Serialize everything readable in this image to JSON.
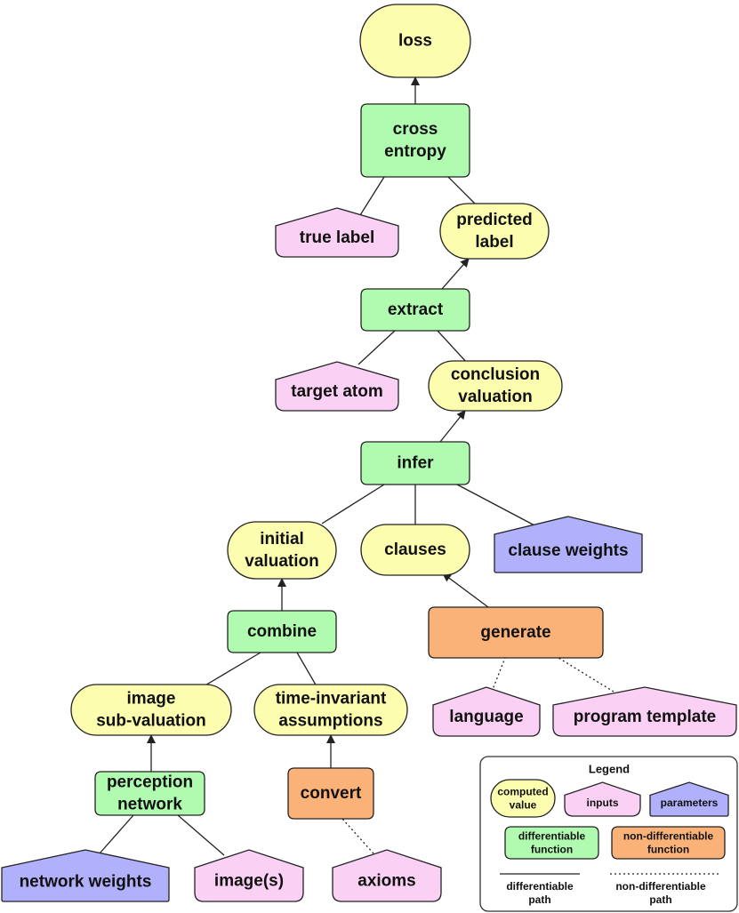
{
  "colors": {
    "computed": "#fdfdb0",
    "input": "#fad0f5",
    "parameter": "#b0b0fb",
    "differentiable": "#b0fbb0",
    "nondifferentiable": "#fbb279",
    "stroke": "#222222",
    "legend_border": "#333333"
  },
  "nodes": {
    "loss": [
      "loss"
    ],
    "cross_entropy": [
      "cross",
      "entropy"
    ],
    "true_label": [
      "true label"
    ],
    "predicted_label": [
      "predicted",
      "label"
    ],
    "extract": [
      "extract"
    ],
    "target_atom": [
      "target atom"
    ],
    "conclusion_valuation": [
      "conclusion",
      "valuation"
    ],
    "infer": [
      "infer"
    ],
    "initial_valuation": [
      "initial",
      "valuation"
    ],
    "clauses": [
      "clauses"
    ],
    "clause_weights": [
      "clause weights"
    ],
    "combine": [
      "combine"
    ],
    "generate": [
      "generate"
    ],
    "image_sub_valuation": [
      "image",
      "sub-valuation"
    ],
    "time_invariant_assumptions": [
      "time-invariant",
      "assumptions"
    ],
    "language": [
      "language"
    ],
    "program_template": [
      "program template"
    ],
    "perception_network": [
      "perception",
      "network"
    ],
    "convert": [
      "convert"
    ],
    "network_weights": [
      "network weights"
    ],
    "images": [
      "image(s)"
    ],
    "axioms": [
      "axioms"
    ]
  },
  "legend": {
    "title": "Legend",
    "computed_value": [
      "computed",
      "value"
    ],
    "inputs": [
      "inputs"
    ],
    "parameters": [
      "parameters"
    ],
    "differentiable_function": [
      "differentiable",
      "function"
    ],
    "nondifferentiable_function": [
      "non-differentiable",
      "function"
    ],
    "differentiable_path": [
      "differentiable",
      "path"
    ],
    "nondifferentiable_path": [
      "non-differentiable",
      "path"
    ]
  }
}
